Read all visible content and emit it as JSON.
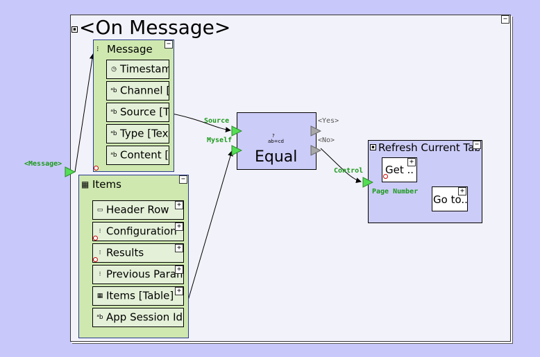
{
  "frame": {
    "title": "<On Message>"
  },
  "message_box": {
    "title": "Message",
    "fields": [
      {
        "icon": "clock-icon",
        "glyph": "◷",
        "label": "Timestam"
      },
      {
        "icon": "text-icon",
        "glyph": "ᵃb",
        "label": "Channel ["
      },
      {
        "icon": "text-icon",
        "glyph": "ᵃb",
        "label": "Source [T"
      },
      {
        "icon": "text-icon",
        "glyph": "ᵃb",
        "label": "Type [Tex"
      },
      {
        "icon": "text-icon",
        "glyph": "ᵃb",
        "label": "Content ["
      }
    ]
  },
  "items_box": {
    "title": "Items",
    "fields": [
      {
        "icon": "row-icon",
        "glyph": "▭",
        "label": "Header Row"
      },
      {
        "icon": "struct-icon",
        "glyph": "⁝",
        "label": "Configuration"
      },
      {
        "icon": "struct-icon",
        "glyph": "⁝",
        "label": "Results"
      },
      {
        "icon": "struct-icon",
        "glyph": "⁝",
        "label": "Previous Param"
      },
      {
        "icon": "table-icon",
        "glyph": "▦",
        "label": "Items [Table]"
      },
      {
        "icon": "text-icon",
        "glyph": "ᵃb",
        "label": "App Session Id"
      }
    ]
  },
  "input_port": {
    "label": "<Message>"
  },
  "equal_node": {
    "title": "Equal",
    "subtitle": "ab=cd",
    "mark": "?",
    "in_ports": [
      "Source",
      "Myself"
    ],
    "out_ports": [
      "<Yes>",
      "<No>"
    ]
  },
  "refresh_node": {
    "title": "Refresh Current Tab..",
    "in_ports": [
      "Control",
      "Page Number"
    ],
    "get_label": "Get ..",
    "goto_label": "Go to.."
  },
  "buttons": {
    "collapse": "−",
    "expand": "+"
  }
}
